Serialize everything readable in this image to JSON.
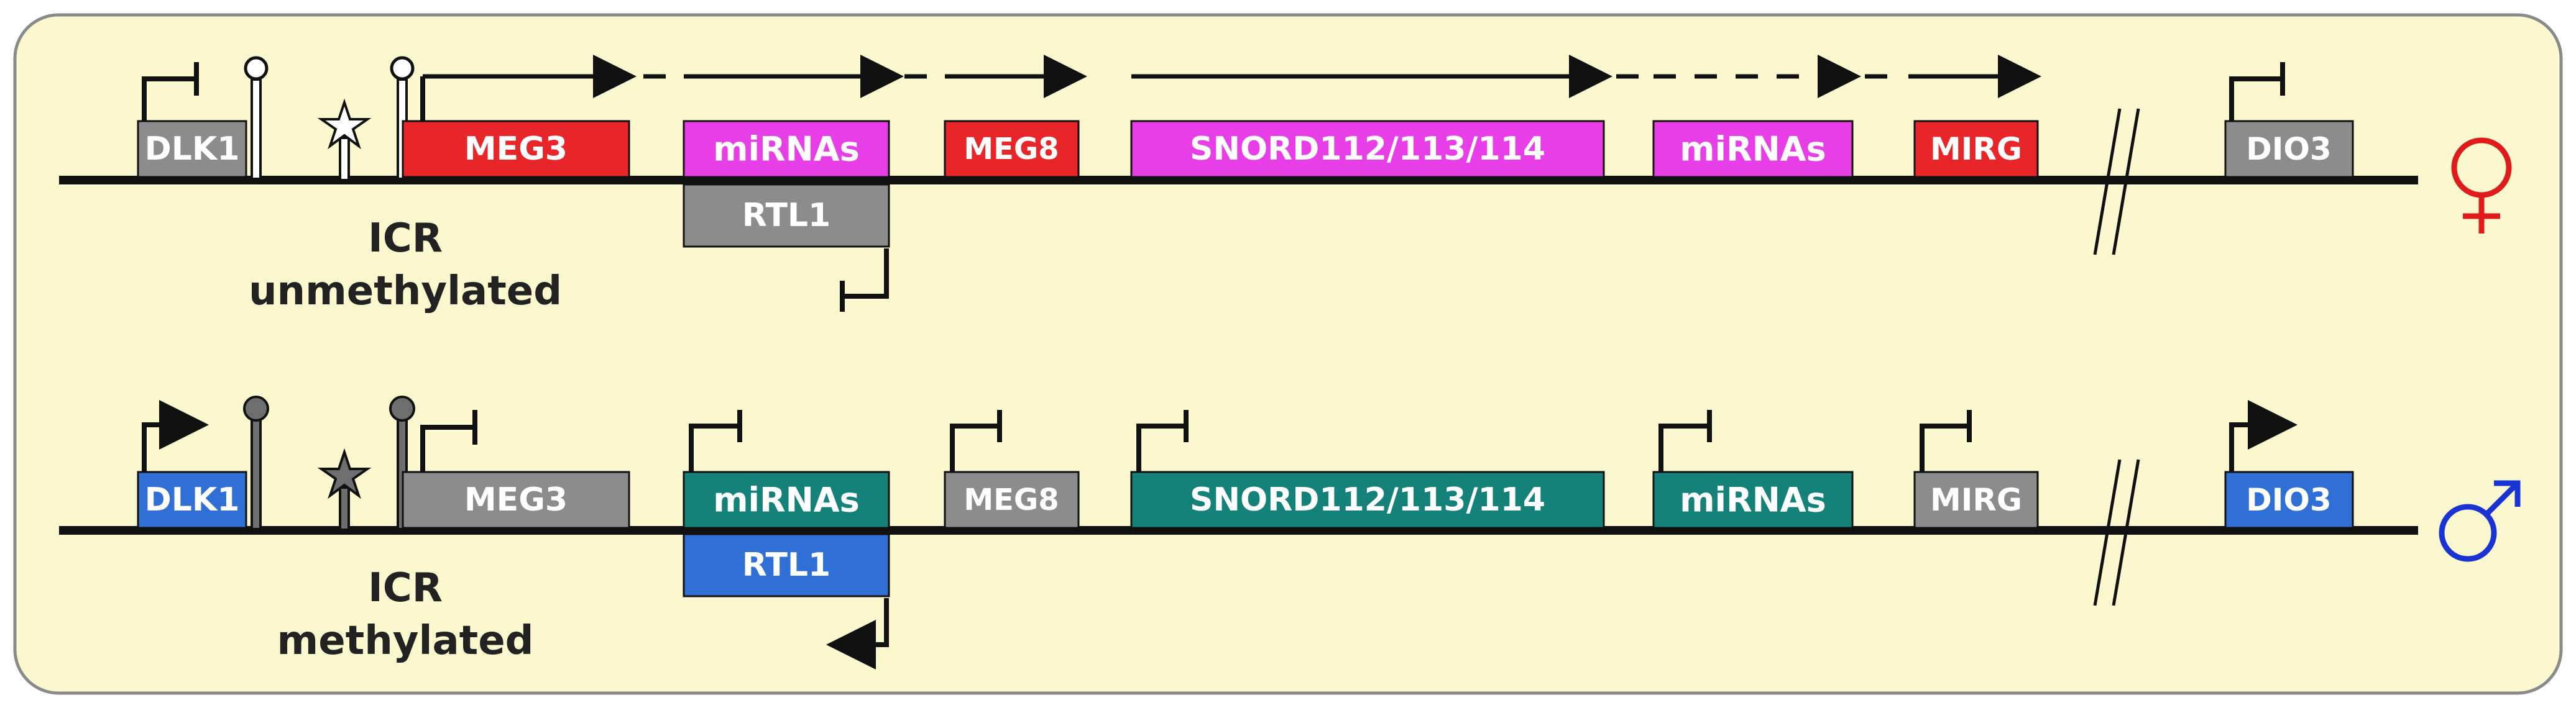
{
  "colors": {
    "panel_fill": "#fbf8cf",
    "panel_border": "#8a8a8a",
    "chromosome": "#111111",
    "red_expressed": "#e8262a",
    "magenta_expressed": "#e83ee8",
    "gray_silenced": "#8c8c8c",
    "blue_expressed": "#2f6fd6",
    "teal_expressed": "#15827a",
    "female_symbol": "#e01b1b",
    "male_symbol": "#1a34d4",
    "lollipop_filled": "#6e6e6e",
    "lollipop_open": "#ffffff"
  },
  "maternal": {
    "symbol_icon": "female-symbol-icon",
    "icr_line1": "ICR",
    "icr_line2": "unmethylated",
    "genes": {
      "dlk1": "DLK1",
      "meg3": "MEG3",
      "mirnas1": "miRNAs",
      "rtl1": "RTL1",
      "meg8": "MEG8",
      "snord": "SNORD112/113/114",
      "mirnas2": "miRNAs",
      "mirg": "MIRG",
      "dio3": "DIO3"
    }
  },
  "paternal": {
    "symbol_icon": "male-symbol-icon",
    "icr_line1": "ICR",
    "icr_line2": "methylated",
    "genes": {
      "dlk1": "DLK1",
      "meg3": "MEG3",
      "mirnas1": "miRNAs",
      "rtl1": "RTL1",
      "meg8": "MEG8",
      "snord": "SNORD112/113/114",
      "mirnas2": "miRNAs",
      "mirg": "MIRG",
      "dio3": "DIO3"
    }
  }
}
